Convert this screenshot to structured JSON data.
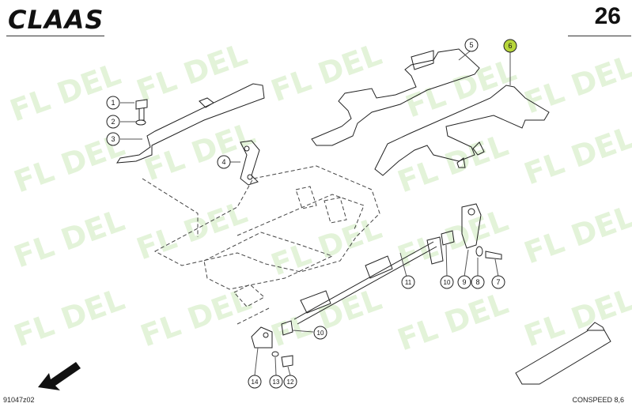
{
  "header": {
    "brand": "CLAAS",
    "page_number": "26"
  },
  "footer": {
    "drawing_id": "91047z02",
    "source": "CONSPEED 8,6"
  },
  "watermark": {
    "text": "FL DEL"
  },
  "callouts": [
    {
      "id": "c1",
      "label": "1"
    },
    {
      "id": "c2",
      "label": "2"
    },
    {
      "id": "c3",
      "label": "3"
    },
    {
      "id": "c4",
      "label": "4"
    },
    {
      "id": "c5",
      "label": "5"
    },
    {
      "id": "c6",
      "label": "6",
      "highlight": "#b7d63a"
    },
    {
      "id": "c7",
      "label": "7"
    },
    {
      "id": "c8",
      "label": "8"
    },
    {
      "id": "c9",
      "label": "9"
    },
    {
      "id": "c10a",
      "label": "10"
    },
    {
      "id": "c10b",
      "label": "10"
    },
    {
      "id": "c11",
      "label": "11"
    },
    {
      "id": "c12",
      "label": "12"
    },
    {
      "id": "c13",
      "label": "13"
    },
    {
      "id": "c14",
      "label": "14"
    }
  ]
}
